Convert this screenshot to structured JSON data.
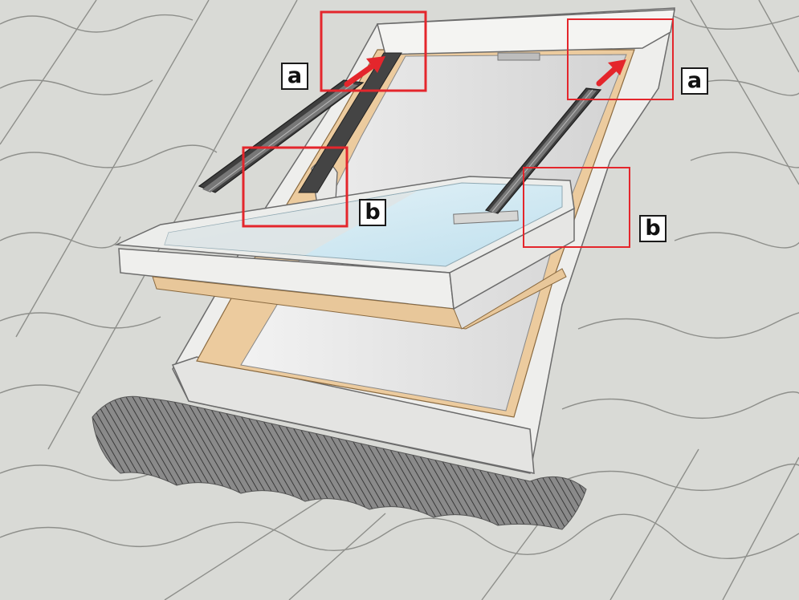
{
  "labels": {
    "callout_a_left": "a",
    "callout_a_right": "a",
    "callout_b_left": "b",
    "callout_b_right": "b"
  },
  "colors": {
    "background": "#d9dad6",
    "tile_line": "#8e8f8b",
    "frame": "#eeeeec",
    "wood": "#eccb9e",
    "glass": "#cfe8f2",
    "rail": "#444444",
    "highlight": "#e4262c",
    "flashing": "#7d7d7d"
  },
  "icons": {
    "arrow_left": "red-arrow-up-icon",
    "arrow_right": "red-arrow-up-icon"
  }
}
